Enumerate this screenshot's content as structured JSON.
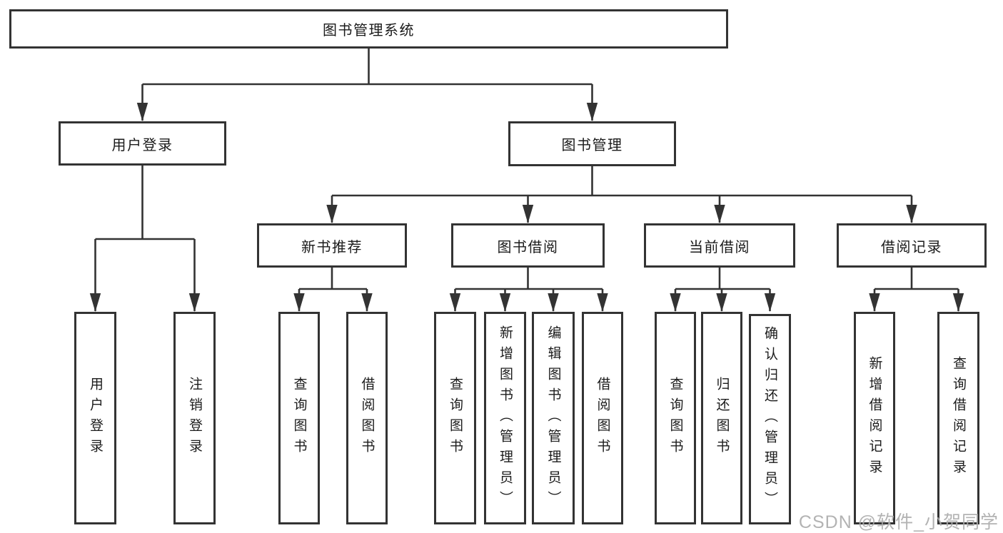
{
  "colors": {
    "line": "#333333",
    "box_border": "#333333",
    "text": "#1b1b1b",
    "background": "#ffffff",
    "watermark": "#ababab"
  },
  "watermark": "CSDN @软件_小贺同学",
  "tree": {
    "label": "图书管理系统",
    "children": [
      {
        "label": "用户登录",
        "children": [
          {
            "label": "用户登录"
          },
          {
            "label": "注销登录"
          }
        ]
      },
      {
        "label": "图书管理",
        "children": [
          {
            "label": "新书推荐",
            "children": [
              {
                "label": "查询图书"
              },
              {
                "label": "借阅图书"
              }
            ]
          },
          {
            "label": "图书借阅",
            "children": [
              {
                "label": "查询图书"
              },
              {
                "label": "新增图书（管理员）"
              },
              {
                "label": "编辑图书（管理员）"
              },
              {
                "label": "借阅图书"
              }
            ]
          },
          {
            "label": "当前借阅",
            "children": [
              {
                "label": "查询图书"
              },
              {
                "label": "归还图书"
              },
              {
                "label": "确认归还（管理员）"
              }
            ]
          },
          {
            "label": "借阅记录",
            "children": [
              {
                "label": "新增借阅记录"
              },
              {
                "label": "查询借阅记录"
              }
            ]
          }
        ]
      }
    ]
  }
}
